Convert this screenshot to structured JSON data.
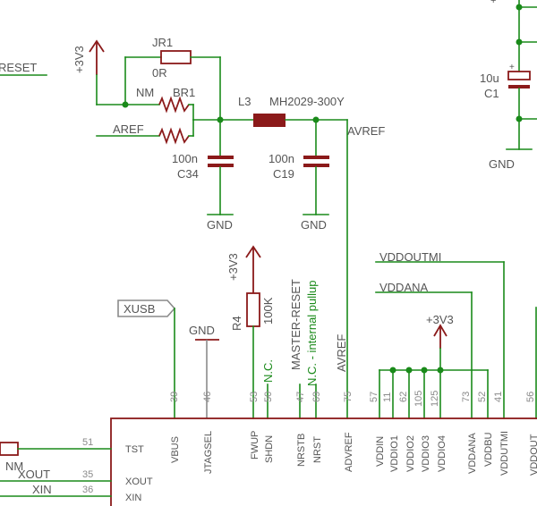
{
  "labels": {
    "reset": "RESET",
    "v33_left": "+3V3",
    "jr1": "JR1",
    "jr1_val": "0R",
    "nm": "NM",
    "br1": "BR1",
    "aref": "AREF",
    "l3": "L3",
    "l3_val": "MH2029-300Y",
    "avref_top": "AVREF",
    "c34_val": "100n",
    "c34": "C34",
    "c19_val": "100n",
    "c19": "C19",
    "gnd1": "GND",
    "gnd2": "GND",
    "gnd_right": "GND",
    "c1_val": "10u",
    "c1": "C1",
    "v33_mid": "+3V3",
    "r4": "R4",
    "r4_val": "100K",
    "master_reset": "MASTER-RESET",
    "nc_pullup": "N.C. - internal pullup",
    "avref_vert": "AVREF",
    "nc_fwup": "N.C.",
    "xusb": "XUSB",
    "gnd_jtag": "GND",
    "vddoutmi_net": "VDDOUTMI",
    "vddana_net": "VDDANA",
    "v33_right": "+3V3",
    "nm_left": "NM",
    "xout_net": "XOUT",
    "xin_net": "XIN"
  },
  "pins": {
    "p39": "39",
    "p46": "46",
    "p53": "53",
    "p50": "50",
    "p47": "47",
    "p69": "69",
    "p75": "75",
    "p57": "57",
    "p11": "11",
    "p62": "62",
    "p105": "105",
    "p125": "125",
    "p73": "73",
    "p52": "52",
    "p41": "41",
    "p56": "56",
    "p51": "51",
    "p35": "35",
    "p36": "36"
  },
  "pin_names": {
    "vbus": "VBUS",
    "jtagsel": "JTAGSEL",
    "fwup": "FWUP",
    "shdn": "SHDN",
    "nrstb": "NRSTB",
    "nrst": "NRST",
    "advref": "ADVREF",
    "vddin": "VDDIN",
    "vddio1": "VDDIO1",
    "vddio2": "VDDIO2",
    "vddio3": "VDDIO3",
    "vddio4": "VDDIO4",
    "vddana": "VDDANA",
    "vddbu": "VDDBU",
    "vddutmi": "VDDUTMI",
    "vddout": "VDDOUT",
    "tst": "TST",
    "xout": "XOUT",
    "xin": "XIN"
  },
  "colors": {
    "wire": "#1a8a1a",
    "component": "#8b1a1a",
    "pin": "#8a8a8a",
    "text": "#555555"
  }
}
